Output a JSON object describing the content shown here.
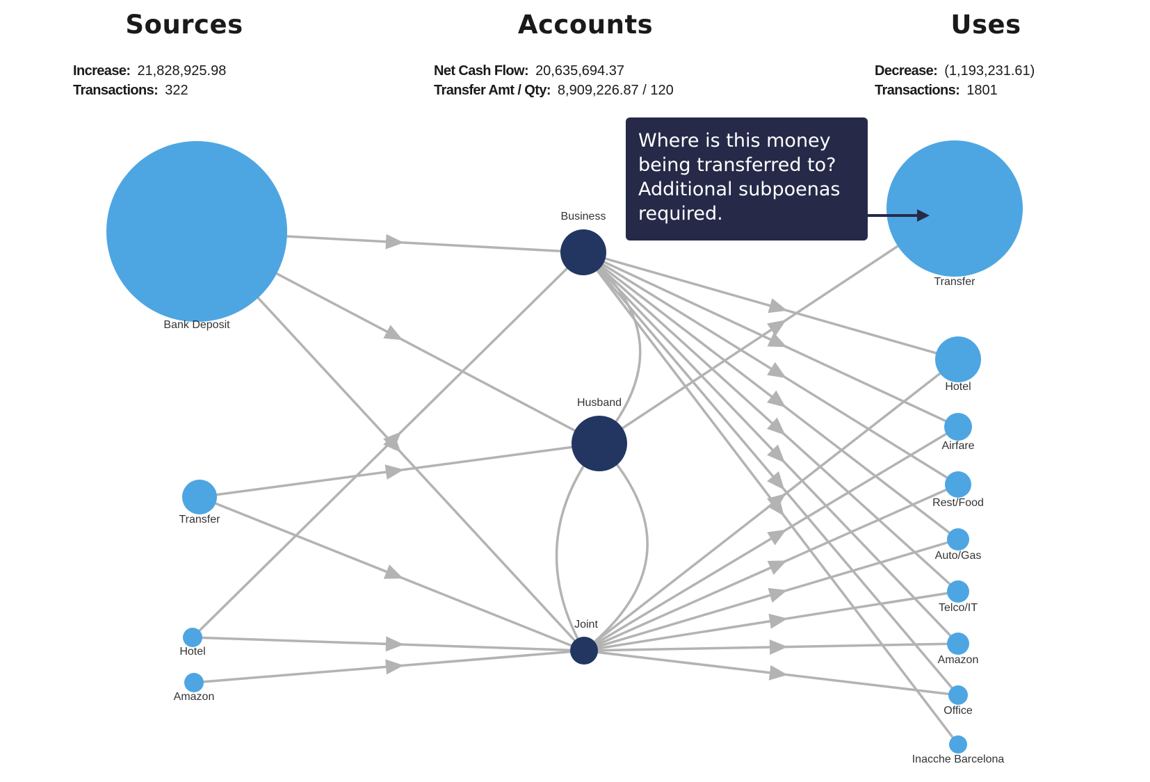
{
  "columns": {
    "sources": {
      "title": "Sources",
      "stats": [
        {
          "label": "Increase:",
          "value": "21,828,925.98"
        },
        {
          "label": "Transactions:",
          "value": "322"
        }
      ]
    },
    "accounts": {
      "title": "Accounts",
      "stats": [
        {
          "label": "Net Cash Flow:",
          "value": "20,635,694.37"
        },
        {
          "label": "Transfer Amt / Qty:",
          "value": "8,909,226.87 / 120"
        }
      ]
    },
    "uses": {
      "title": "Uses",
      "stats": [
        {
          "label": "Decrease:",
          "value": "(1,193,231.61)"
        },
        {
          "label": "Transactions:",
          "value": "1801"
        }
      ]
    }
  },
  "annotation": {
    "text": "Where is this money\nbeing transferred to?\nAdditional subpoenas\nrequired.",
    "target": "use-transfer"
  },
  "colors": {
    "source_node": "#4da6e2",
    "account_node": "#223661",
    "edge": "#b3b3b3",
    "callout_bg": "#262a48",
    "callout_arrow": "#262a48"
  },
  "nodes": {
    "sources": [
      {
        "id": "src-bank-deposit",
        "label": "Bank Deposit"
      },
      {
        "id": "src-transfer",
        "label": "Transfer"
      },
      {
        "id": "src-hotel",
        "label": "Hotel"
      },
      {
        "id": "src-amazon",
        "label": "Amazon"
      }
    ],
    "accounts": [
      {
        "id": "acc-business",
        "label": "Business"
      },
      {
        "id": "acc-husband",
        "label": "Husband"
      },
      {
        "id": "acc-joint",
        "label": "Joint"
      }
    ],
    "uses": [
      {
        "id": "use-transfer",
        "label": "Transfer"
      },
      {
        "id": "use-hotel",
        "label": "Hotel"
      },
      {
        "id": "use-airfare",
        "label": "Airfare"
      },
      {
        "id": "use-rest-food",
        "label": "Rest/Food"
      },
      {
        "id": "use-auto-gas",
        "label": "Auto/Gas"
      },
      {
        "id": "use-telco-it",
        "label": "Telco/IT"
      },
      {
        "id": "use-amazon",
        "label": "Amazon"
      },
      {
        "id": "use-office",
        "label": "Office"
      },
      {
        "id": "use-inacche",
        "label": "Inacche Barcelona"
      }
    ]
  },
  "edges": [
    {
      "from": "src-bank-deposit",
      "to": "acc-business"
    },
    {
      "from": "src-bank-deposit",
      "to": "acc-husband"
    },
    {
      "from": "src-bank-deposit",
      "to": "acc-joint"
    },
    {
      "from": "src-transfer",
      "to": "acc-husband"
    },
    {
      "from": "src-transfer",
      "to": "acc-joint"
    },
    {
      "from": "src-hotel",
      "to": "acc-business"
    },
    {
      "from": "src-hotel",
      "to": "acc-joint"
    },
    {
      "from": "src-amazon",
      "to": "acc-joint"
    },
    {
      "from": "acc-business",
      "to": "acc-husband"
    },
    {
      "from": "acc-husband",
      "to": "acc-joint"
    },
    {
      "from": "acc-joint",
      "to": "acc-husband"
    },
    {
      "from": "acc-husband",
      "to": "use-transfer"
    },
    {
      "from": "acc-business",
      "to": "use-hotel"
    },
    {
      "from": "acc-business",
      "to": "use-airfare"
    },
    {
      "from": "acc-business",
      "to": "use-rest-food"
    },
    {
      "from": "acc-business",
      "to": "use-auto-gas"
    },
    {
      "from": "acc-business",
      "to": "use-telco-it"
    },
    {
      "from": "acc-business",
      "to": "use-amazon"
    },
    {
      "from": "acc-business",
      "to": "use-office"
    },
    {
      "from": "acc-business",
      "to": "use-inacche"
    },
    {
      "from": "acc-joint",
      "to": "use-hotel"
    },
    {
      "from": "acc-joint",
      "to": "use-airfare"
    },
    {
      "from": "acc-joint",
      "to": "use-rest-food"
    },
    {
      "from": "acc-joint",
      "to": "use-auto-gas"
    },
    {
      "from": "acc-joint",
      "to": "use-telco-it"
    },
    {
      "from": "acc-joint",
      "to": "use-amazon"
    },
    {
      "from": "acc-joint",
      "to": "use-office"
    }
  ]
}
